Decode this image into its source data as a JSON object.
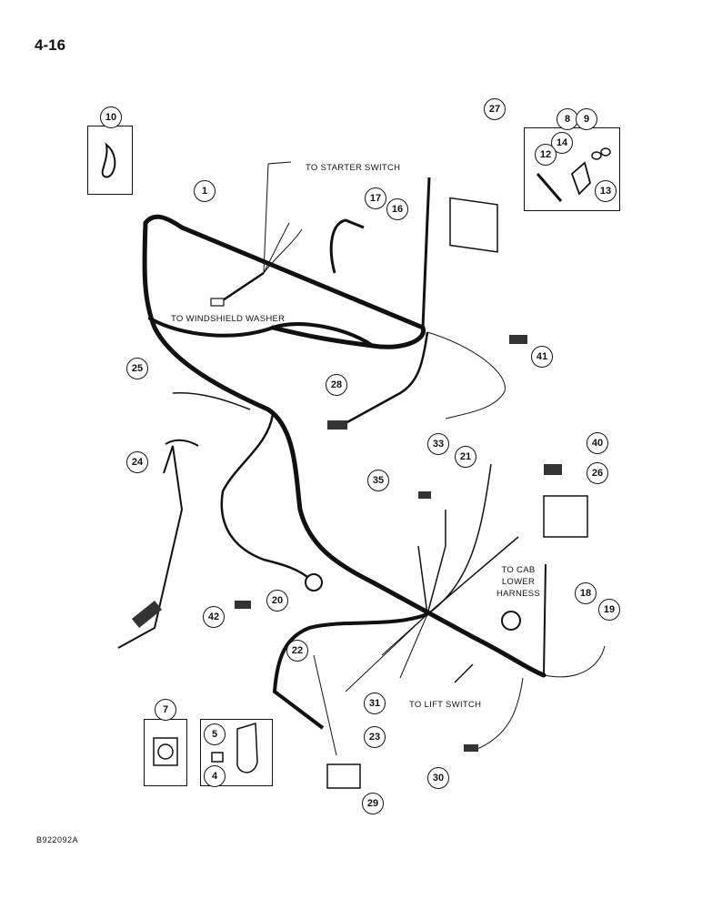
{
  "page_number": "4-16",
  "figure_code": "B922092A",
  "labels": {
    "to_starter_switch": "TO STARTER SWITCH",
    "to_windshield_washer": "TO WINDSHIELD WASHER",
    "to_cab_lower_line1": "TO CAB",
    "to_cab_lower_line2": "LOWER",
    "to_cab_lower_line3": "HARNESS",
    "to_lift_switch": "TO LIFT SWITCH"
  },
  "callouts": {
    "c1": "1",
    "c4": "4",
    "c5": "5",
    "c7": "7",
    "c8": "8",
    "c9": "9",
    "c10": "10",
    "c12": "12",
    "c13": "13",
    "c14": "14",
    "c16": "16",
    "c17": "17",
    "c18": "18",
    "c19": "19",
    "c20": "20",
    "c21": "21",
    "c22": "22",
    "c23": "23",
    "c24": "24",
    "c25": "25",
    "c26": "26",
    "c27": "27",
    "c28": "28",
    "c29": "29",
    "c30": "30",
    "c31": "31",
    "c33": "33",
    "c35": "35",
    "c40": "40",
    "c41": "41",
    "c42": "42"
  }
}
